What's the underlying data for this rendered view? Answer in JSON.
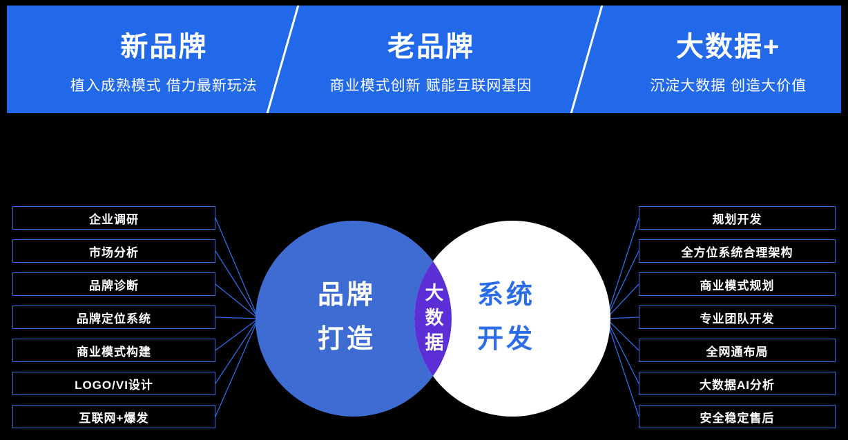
{
  "banner": {
    "sections": [
      {
        "title": "新品牌",
        "subtitle": "植入成熟模式 借力最新玩法"
      },
      {
        "title": "老品牌",
        "subtitle": "商业模式创新 赋能互联网基因"
      },
      {
        "title": "大数据+",
        "subtitle": "沉淀大数据 创造大价值"
      }
    ]
  },
  "left_items": [
    "企业调研",
    "市场分析",
    "品牌诊断",
    "品牌定位系统",
    "商业模式构建",
    "LOGO/VI设计",
    "互联网+爆发"
  ],
  "right_items": [
    "规划开发",
    "全方位系统合理架构",
    "商业模式规划",
    "专业团队开发",
    "全网通布局",
    "大数据AI分析",
    "安全稳定售后"
  ],
  "venn": {
    "left_circle_line1": "品牌",
    "left_circle_line2": "打造",
    "overlap_label": "大数据",
    "right_circle_line1": "系统",
    "right_circle_line2": "开发"
  },
  "colors": {
    "banner_blue": "#2169e8",
    "connector_blue": "#2c6de8",
    "brand_circle_blue": "#3e6cd2",
    "overlap_purple": "#5b2ed6",
    "system_text_blue": "#2b6ce8",
    "background": "#000000"
  }
}
